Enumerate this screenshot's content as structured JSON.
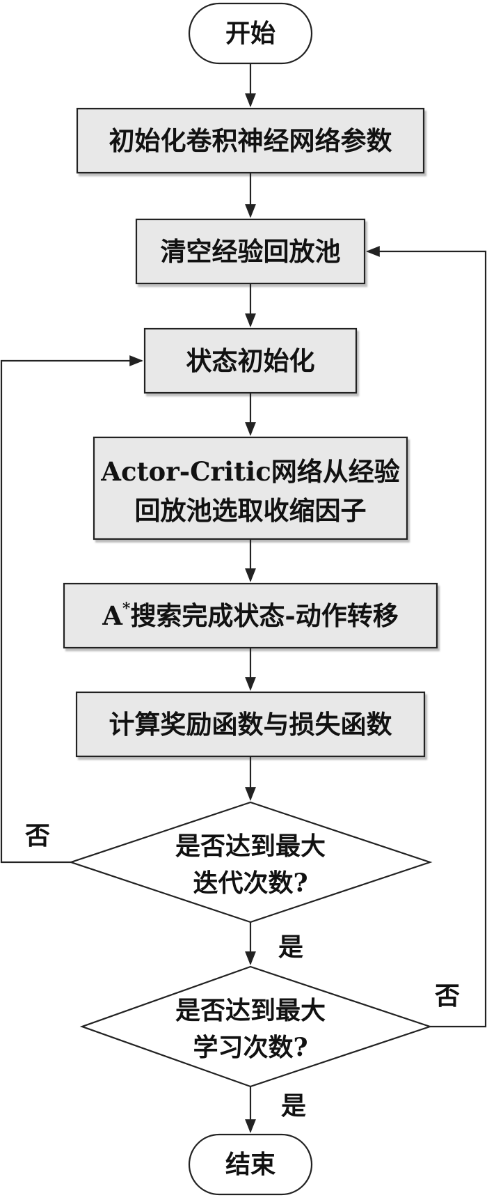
{
  "nodes": {
    "start": "开始",
    "init_cnn": "初始化卷积神经网络参数",
    "clear_pool": "清空经验回放池",
    "state_init": "状态初始化",
    "select_line1": "Actor-Critic网络从经验",
    "select_line2": "回放池选取收缩因子",
    "astar_prefix": "A",
    "astar_sup": "*",
    "astar_rest": "搜索完成状态-动作转移",
    "compute": "计算奖励函数与损失函数",
    "max_iter_line1": "是否达到最大",
    "max_iter_line2": "迭代次数?",
    "max_learn_line1": "是否达到最大",
    "max_learn_line2": "学习次数?",
    "end": "结束"
  },
  "labels": {
    "iter_no": "否",
    "iter_yes": "是",
    "learn_no": "否",
    "learn_yes": "是"
  },
  "colors": {
    "box_fill": "#e8e8e8",
    "stroke": "#222222",
    "text": "#111111"
  }
}
